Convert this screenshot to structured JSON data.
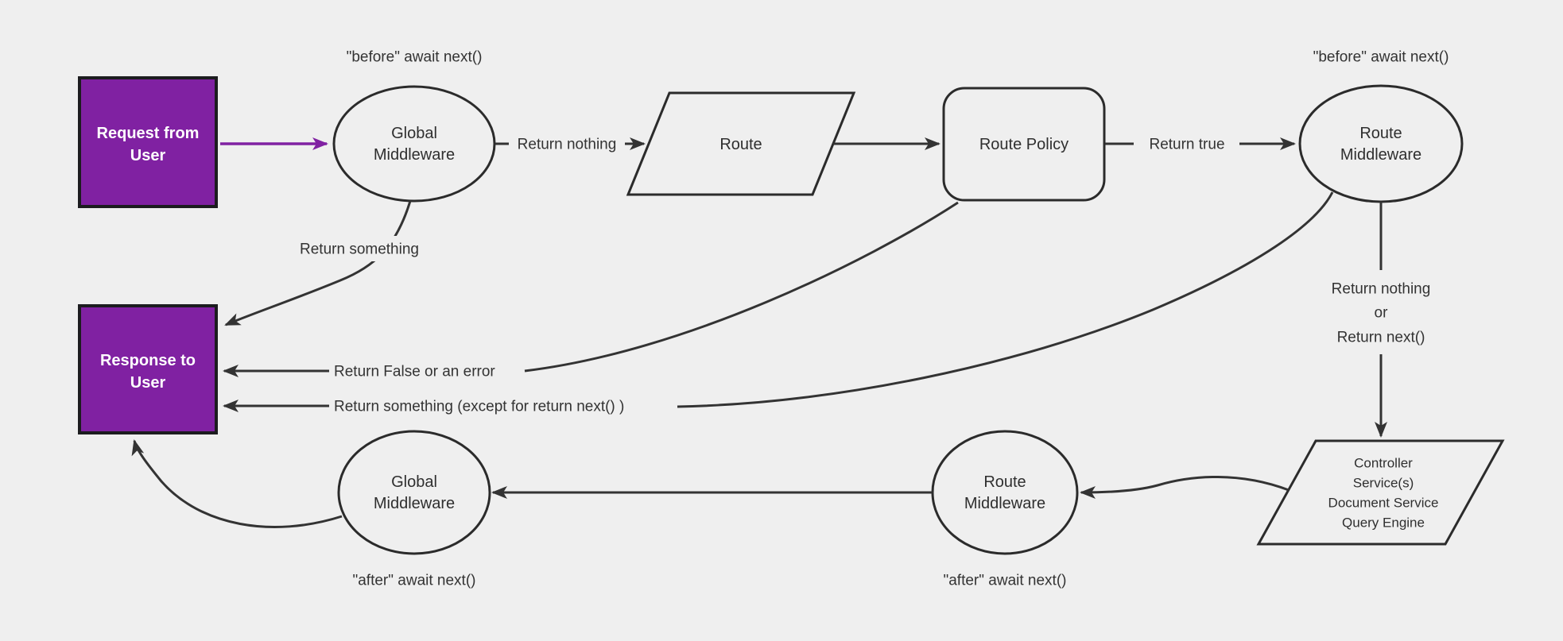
{
  "diagram": {
    "palette": {
      "background": "#efefef",
      "line_color": "#333333",
      "shape_stroke": "#2b2b2b",
      "purple_fill": "#8021a2",
      "purple_border": "#1c1c1f",
      "box_text_color": "#ffffff",
      "label_text_color": "#333333"
    },
    "nodes": {
      "request_box": {
        "line1": "Request from",
        "line2": "User"
      },
      "response_box": {
        "line1": "Response to",
        "line2": "User"
      },
      "global_middleware_top": {
        "line1": "Global",
        "line2": "Middleware"
      },
      "route": {
        "label": "Route"
      },
      "route_policy": {
        "label": "Route Policy"
      },
      "route_middleware_top": {
        "line1": "Route",
        "line2": "Middleware"
      },
      "controller_services": {
        "line1": "Controller",
        "line2": "Service(s)",
        "line3": "Document Service",
        "line4": "Query Engine"
      },
      "route_middleware_bottom": {
        "line1": "Route",
        "line2": "Middleware"
      },
      "global_middleware_bottom": {
        "line1": "Global",
        "line2": "Middleware"
      }
    },
    "labels": {
      "before_await_top_left": "\"before\" await next()",
      "before_await_top_right": "\"before\" await next()",
      "after_await_bottom_left": "\"after\" await next()",
      "after_await_bottom_middle": "\"after\" await next()",
      "return_nothing_top": "Return nothing",
      "return_true": "Return true",
      "return_something": "Return something",
      "return_false_or_error": "Return False or an error",
      "return_something_except": "Return something (except for return next() )",
      "return_nothing_or_line1": "Return nothing",
      "return_nothing_or_line2": "or",
      "return_nothing_or_line3": "Return next()"
    }
  }
}
